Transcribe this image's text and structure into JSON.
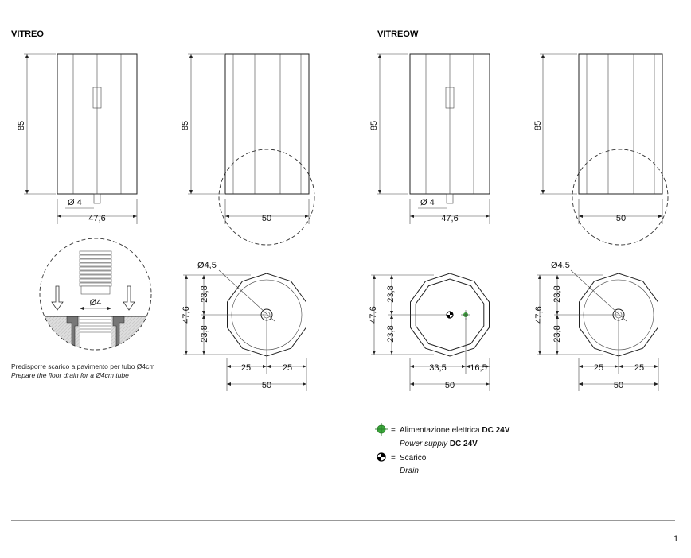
{
  "sections": {
    "left_title": "VITREO",
    "right_title": "VITREOW"
  },
  "dims": {
    "height": "85",
    "pipe_dia": "Ø 4",
    "front_width": "47,6",
    "side_width": "50",
    "drain_dia": "Ø4,5",
    "half_depth": "23,8",
    "depth": "47,6",
    "half_width": "25",
    "width": "50",
    "offset_a": "33,5",
    "offset_b": "16,5",
    "detail_dia": "Ø4"
  },
  "detail_note": {
    "it": "Predisporre scarico a pavimento per tubo Ø4cm",
    "en": "Prepare the floor drain for a Ø4cm tube"
  },
  "legend": {
    "power_it": "Alimentazione elettrica ",
    "power_it_bold": "DC 24V",
    "power_en": "Power supply ",
    "power_en_bold": "DC 24V",
    "drain_it": "Scarico",
    "drain_en": "Drain",
    "equals": "=",
    "power_color": "#3aa83a"
  },
  "page_number": "1"
}
